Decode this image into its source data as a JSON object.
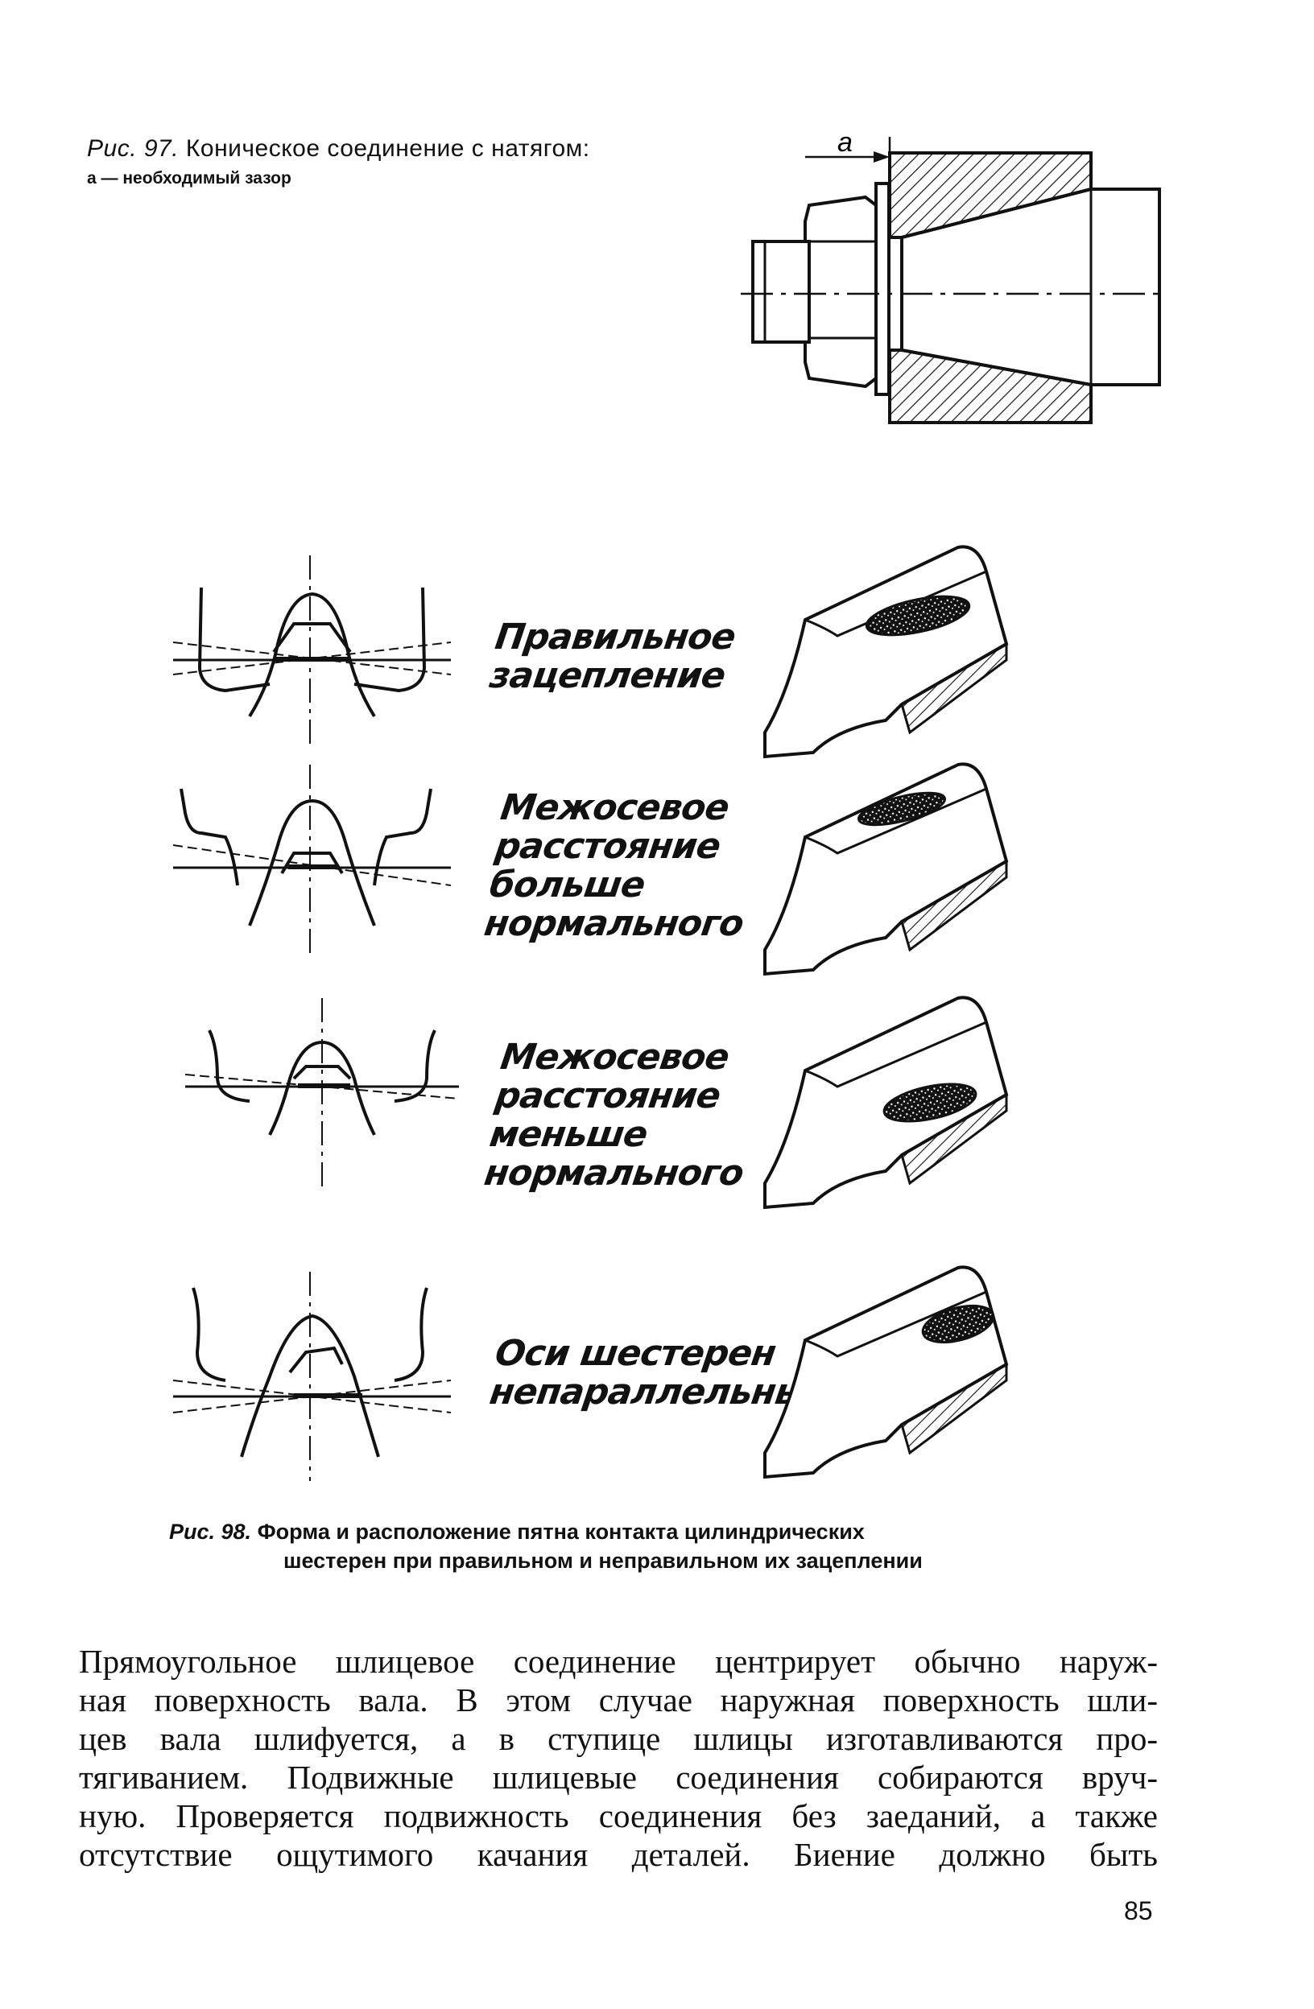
{
  "fig97": {
    "label": "Рис. 97.",
    "title": "Коническое соединение с натягом:",
    "subcaption": "а — необходимый зазор",
    "dim_label": "а"
  },
  "fig98": {
    "rows": [
      {
        "label_lines": [
          "Правильное",
          "зацепление"
        ]
      },
      {
        "label_lines": [
          "Межосевое",
          "расстояние",
          "больше",
          "нормального"
        ]
      },
      {
        "label_lines": [
          "Межосевое",
          "расстояние",
          "меньше",
          "нормального"
        ]
      },
      {
        "label_lines": [
          "Оси шестерен",
          "непараллельны"
        ]
      }
    ],
    "caption_label": "Рис. 98.",
    "caption_line1": "Форма и расположение пятна контакта цилиндрических",
    "caption_line2": "шестерен при правильном и неправильном их зацеплении"
  },
  "body_lines": [
    "Прямоугольное шлицевое соединение центрирует обычно наруж-",
    "ная поверхность вала. В этом случае наружная поверхность шли-",
    "цев вала шлифуется, а в ступице шлицы изготавливаются про-",
    "тягиванием. Подвижные шлицевые соединения собираются вруч-",
    "ную. Проверяется подвижность соединения без заеданий, а также",
    "отсутствие ощутимого качания деталей. Биение должно быть"
  ],
  "page_number": "85"
}
